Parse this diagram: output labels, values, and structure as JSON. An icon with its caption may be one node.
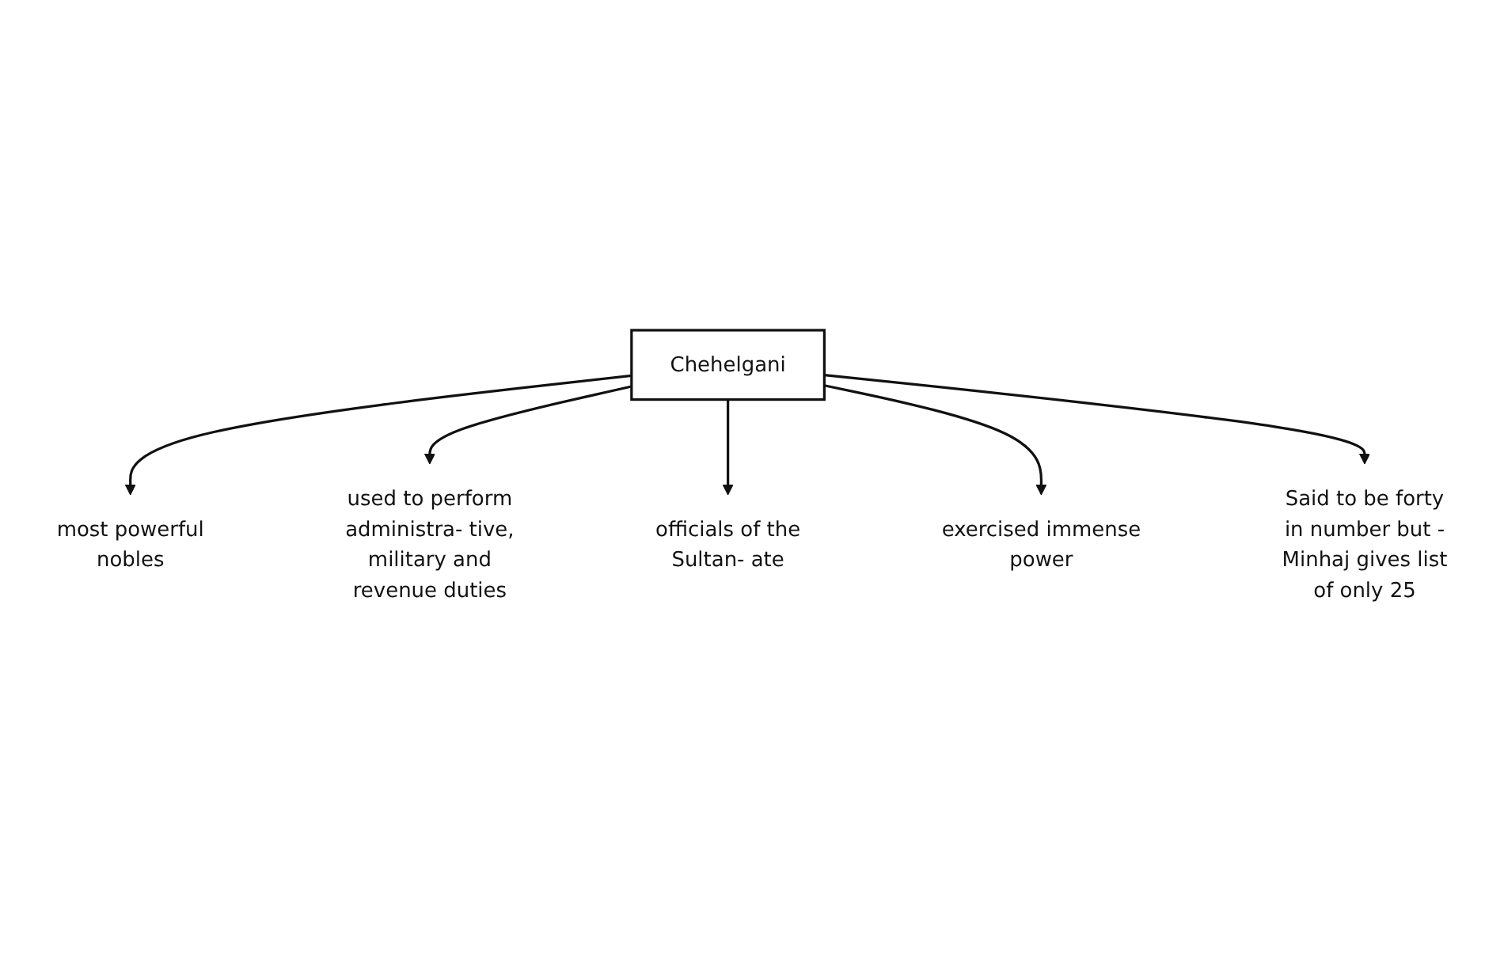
{
  "diagram": {
    "nodes": [
      {
        "text": [
          "Chehelgani"
        ]
      },
      {
        "text": [
          "most powerful nobles"
        ]
      },
      {
        "text": [
          "used to perform administra- tive, military and revenue duties"
        ]
      },
      {
        "text": [
          "officials of the Sultan- ate"
        ]
      },
      {
        "text": [
          "exercised immense power"
        ]
      },
      {
        "text": [
          "Said to be forty in number but - Minhaj gives list of only 25"
        ]
      }
    ],
    "edges": [
      {
        "from": 0,
        "to": 1,
        "arrow": "to"
      },
      {
        "from": 0,
        "to": 2,
        "arrow": "to"
      },
      {
        "from": 0,
        "to": 3,
        "arrow": "to"
      },
      {
        "from": 0,
        "to": 4,
        "arrow": "to"
      },
      {
        "from": 0,
        "to": 5,
        "arrow": "to"
      }
    ]
  }
}
